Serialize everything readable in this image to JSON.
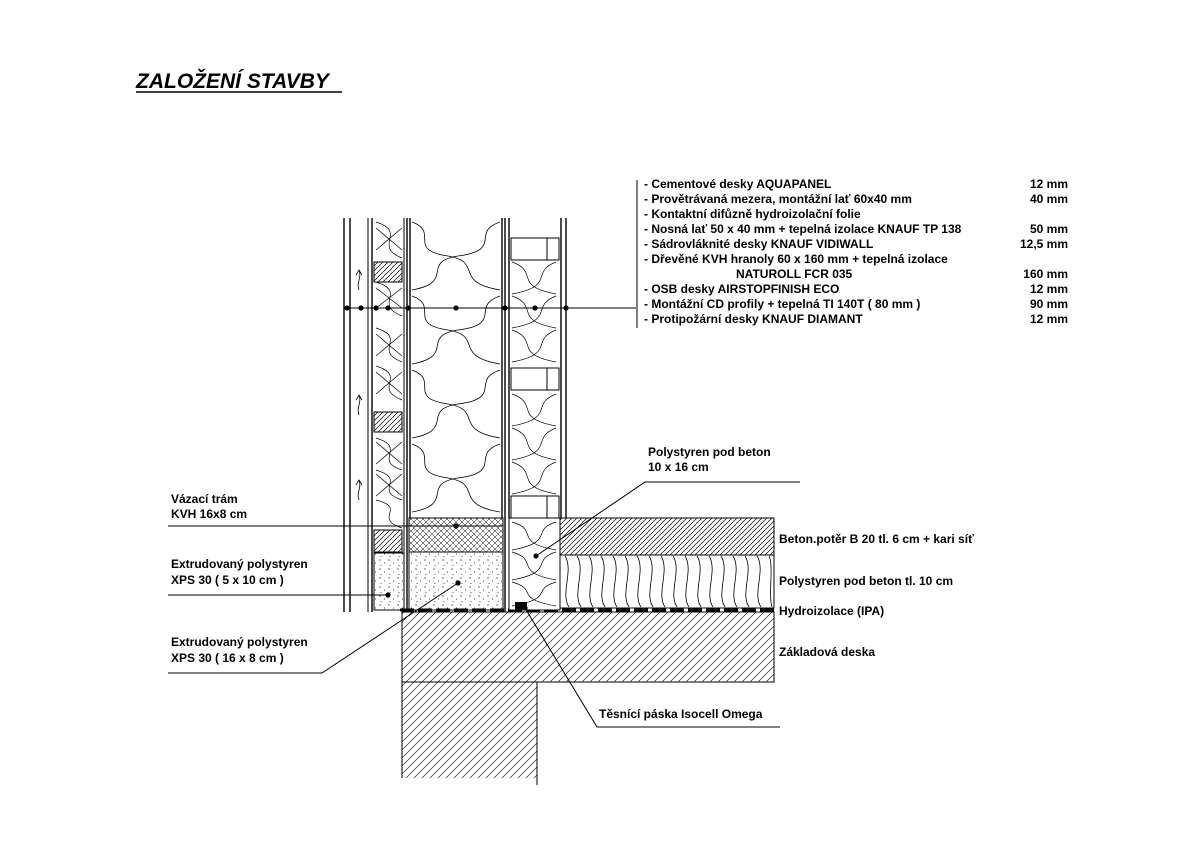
{
  "title": "ZALOŽENÍ STAVBY",
  "layers": [
    {
      "name": "-  Cementové desky AQUAPANEL",
      "thickness": "12 mm"
    },
    {
      "name": "-  Provětrávaná mezera, montážní lať 60x40 mm",
      "thickness": "40 mm"
    },
    {
      "name": "-  Kontaktní difůzně hydroizolační folie",
      "thickness": ""
    },
    {
      "name": "-  Nosná lať 50 x 40 mm + tepelná izolace KNAUF TP 138",
      "thickness": "50 mm"
    },
    {
      "name": "-  Sádrovláknité desky KNAUF VIDIWALL",
      "thickness": "12,5 mm"
    },
    {
      "name": "-  Dřevěné KVH hranoly 60 x 160 mm + tepelná izolace",
      "thickness": ""
    },
    {
      "name": "NATUROLL FCR 035",
      "thickness": "160 mm"
    },
    {
      "name": "-  OSB desky AIRSTOPFINISH ECO",
      "thickness": "12 mm"
    },
    {
      "name": "-  Montážní CD profily + tepelná TI 140T  ( 80 mm )",
      "thickness": "90 mm"
    },
    {
      "name": "-  Protipožární desky KNAUF DIAMANT",
      "thickness": "12 mm"
    }
  ],
  "labels": {
    "polystyren_pod_beton_1": "Polystyren pod beton",
    "polystyren_pod_beton_2": "10 x 16 cm",
    "vazaci_tram_1": "Vázací trám",
    "vazaci_tram_2": "KVH 16x8 cm",
    "xps_small_1": "Extrudovaný polystyren",
    "xps_small_2": "XPS 30 ( 5 x 10 cm )",
    "xps_large_1": "Extrudovaný polystyren",
    "xps_large_2": "XPS 30 ( 16 x 8 cm )",
    "beton_poter": "Beton.potěr B 20 tl. 6 cm + kari síť",
    "polystyren_10": "Polystyren pod beton tl. 10 cm",
    "hydroizolace": "Hydroizolace (IPA)",
    "zakladova_deska": "Základová deska",
    "tesnici_paska": "Těsnící páska Isocell Omega"
  }
}
